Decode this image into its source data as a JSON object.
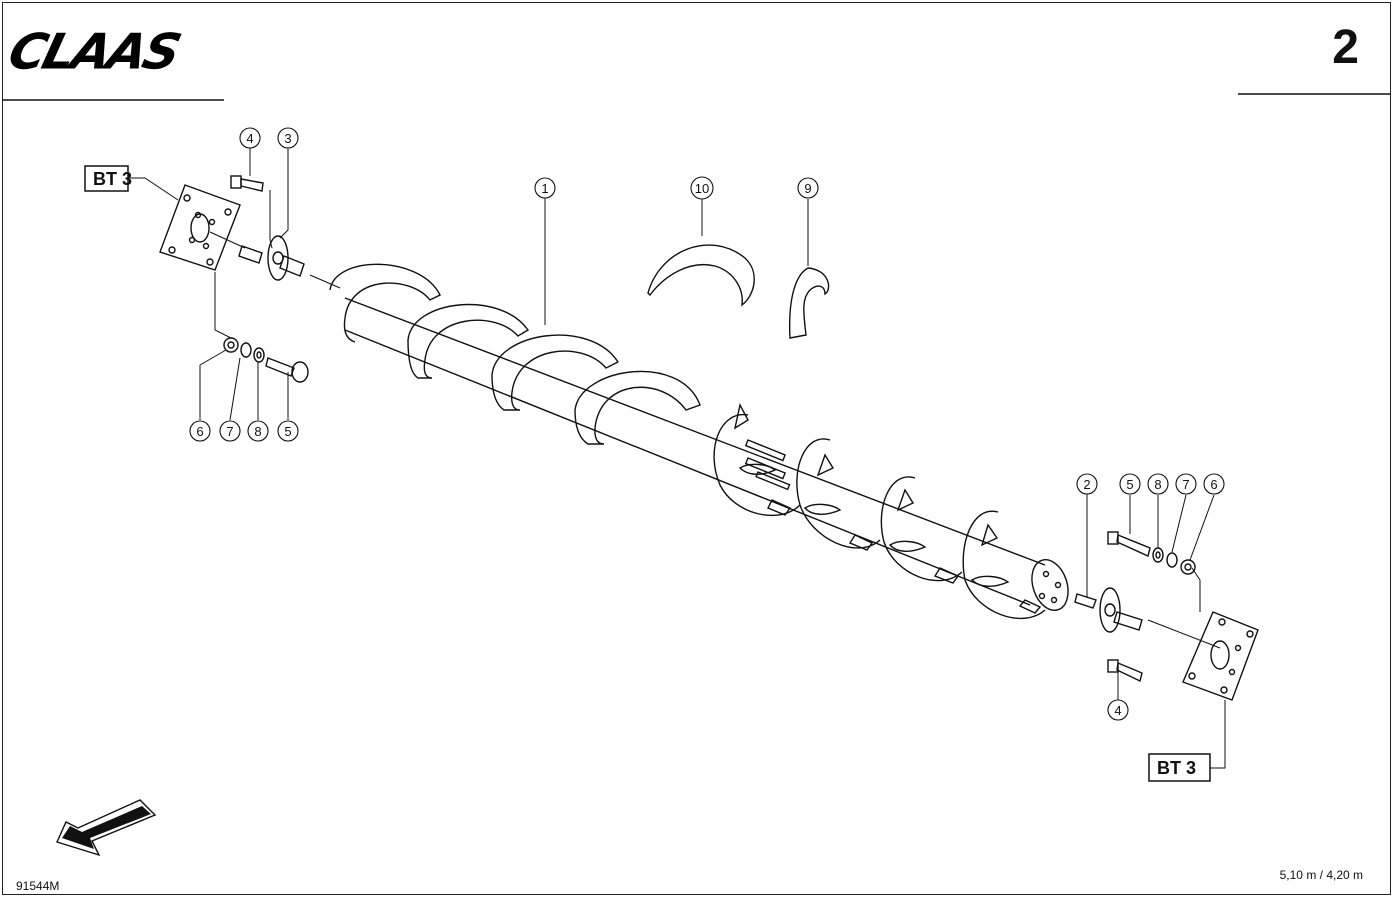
{
  "header": {
    "brand": "CLAAS",
    "page_number": "2"
  },
  "footer": {
    "drawing_number": "91544M",
    "size_note": "5,10 m / 4,20 m"
  },
  "references": {
    "left": "BT 3",
    "right": "BT 3"
  },
  "callouts": {
    "c1": "1",
    "c10": "10",
    "c9": "9",
    "c4_top": "4",
    "c3": "3",
    "c6_left": "6",
    "c7_left": "7",
    "c8_left": "8",
    "c5_left": "5",
    "c2": "2",
    "c5_right": "5",
    "c8_right": "8",
    "c7_right": "7",
    "c6_right": "6",
    "c4_bottom": "4"
  },
  "colors": {
    "ink": "#111111",
    "paper": "#ffffff"
  },
  "icons": {
    "direction_arrow": "direction-arrow-icon"
  }
}
